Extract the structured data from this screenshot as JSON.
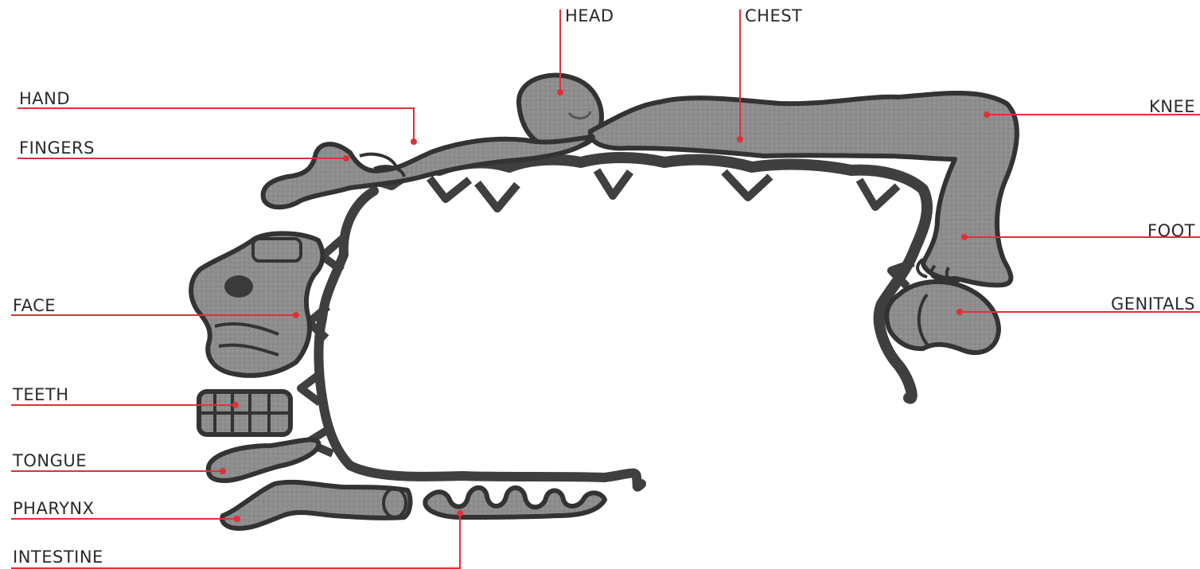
{
  "labels": {
    "head": "HEAD",
    "chest": "CHEST",
    "hand": "HAND",
    "fingers": "FINGERS",
    "knee": "KNEE",
    "foot": "FOOT",
    "face": "FACE",
    "genitals": "GENITALS",
    "teeth": "TEETH",
    "tongue": "TONGUE",
    "pharynx": "PHARYNX",
    "intestine": "INTESTINE"
  },
  "colors": {
    "leader_line": "#e0303a",
    "marker_dot": "#e0303a",
    "body_fill": "#8e8e8e",
    "body_outline": "#3a3a3a",
    "label_text": "#2a2a2a",
    "background": "#ffffff"
  }
}
